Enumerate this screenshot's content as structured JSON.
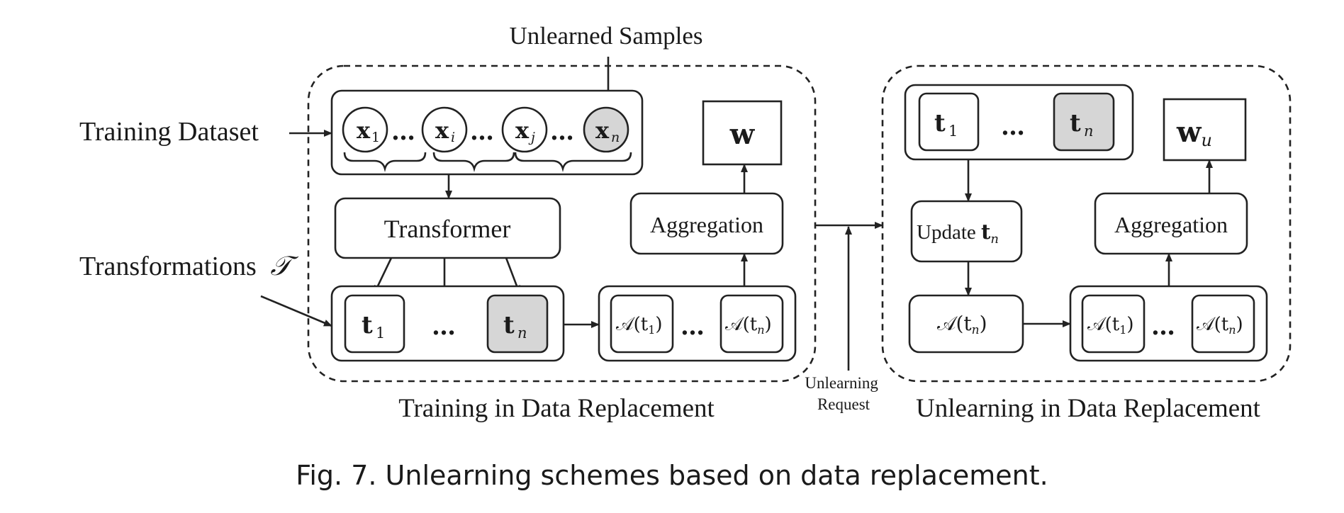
{
  "labels": {
    "unlearned_samples": "Unlearned Samples",
    "training_dataset": "Training Dataset",
    "transformations": "Transformations",
    "transformations_symbol": "𝒯",
    "training_title": "Training in Data Replacement",
    "unlearning_title": "Unlearning in Data Replacement",
    "unlearning_request_line1": "Unlearning",
    "unlearning_request_line2": "Request"
  },
  "training": {
    "samples": [
      "x",
      "x",
      "x",
      "x"
    ],
    "sample_subscripts": [
      "1",
      "i",
      "j",
      "n"
    ],
    "ellipsis": "…",
    "transformer_label": "Transformer",
    "aggregation_label": "Aggregation",
    "model_symbol": "w",
    "transforms": [
      "t",
      "t"
    ],
    "transform_subscripts": [
      "1",
      "n"
    ],
    "algo_outputs": [
      "𝒜(t",
      "𝒜(t"
    ],
    "algo_subscripts": [
      "1",
      "n"
    ],
    "algo_close": ")"
  },
  "unlearning": {
    "transforms": [
      "t",
      "t"
    ],
    "transform_subscripts": [
      "1",
      "n"
    ],
    "update_prefix": "Update ",
    "update_symbol": "t",
    "update_subscript": "n",
    "single_algo": "𝒜(t",
    "single_algo_subscript": "n",
    "algo_outputs": [
      "𝒜(t",
      "𝒜(t"
    ],
    "algo_subscripts": [
      "1",
      "n"
    ],
    "algo_close": ")",
    "aggregation_label": "Aggregation",
    "model_symbol": "w",
    "model_subscript": "u"
  },
  "caption": "Fig. 7.  Unlearning schemes based on data replacement."
}
